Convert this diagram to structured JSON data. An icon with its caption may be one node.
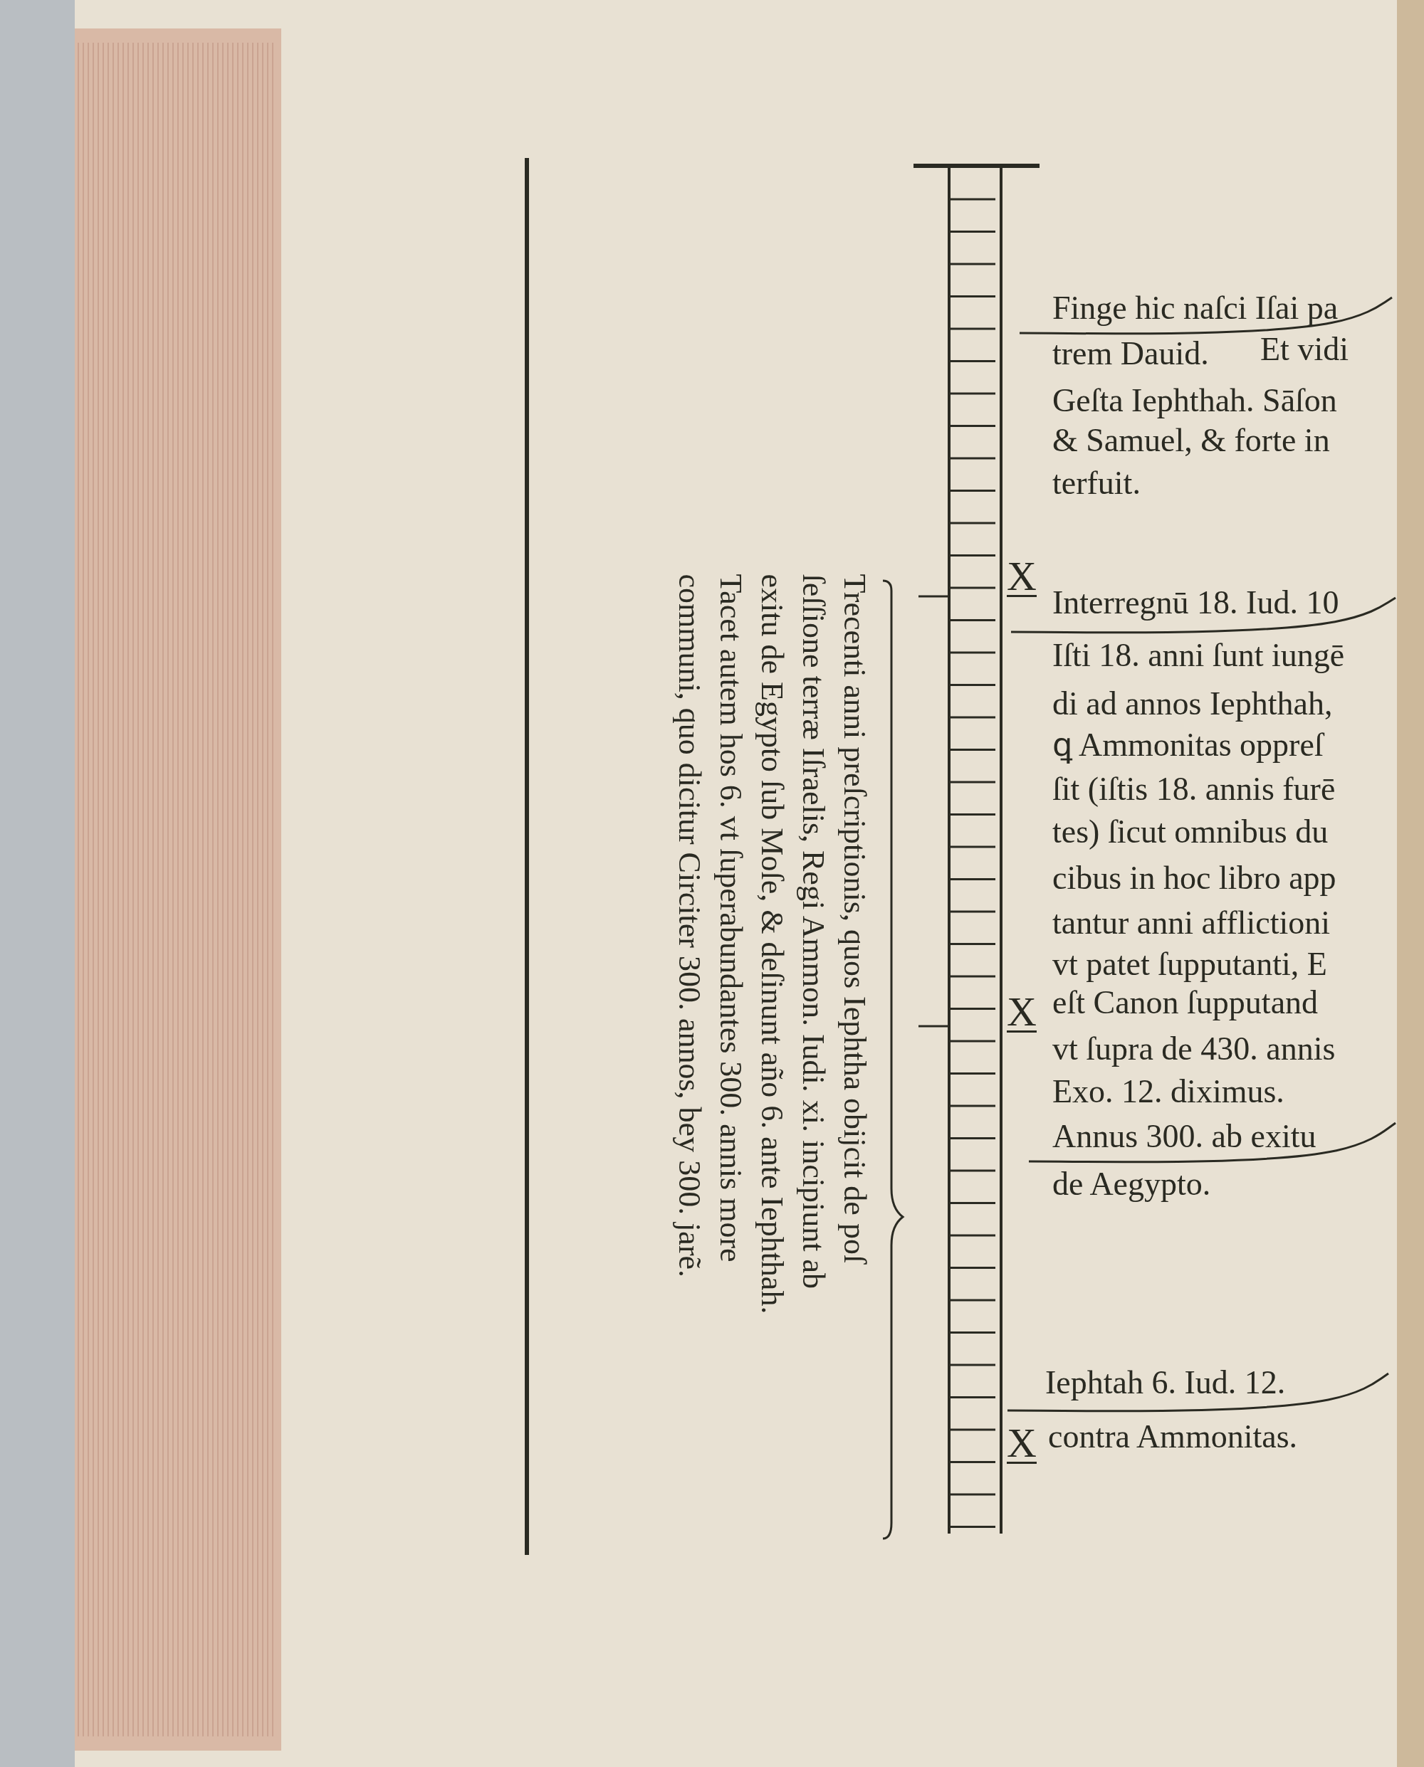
{
  "diagram": {
    "labels": [
      "Finge hic naſci Iſai pa",
      "trem Dauid.",
      "Et vidi",
      "Geſta Iephthah. Sāſon",
      "& Samuel, & forte in",
      "terfuit.",
      "X",
      "Interregnū 18. Iud. 10",
      "Iſti 18. anni ſunt iungē",
      "di ad annos Iephthah,",
      "ꝗ Ammonitas oppreſ",
      "ſit (iſtis 18. annis furē",
      "tes) ſicut omnibus du",
      "cibus in hoc libro app",
      "tantur anni afflictioni",
      "vt patet ſupputanti, E",
      "X",
      "eſt Canon ſupputand",
      "vt ſupra de 430. annis",
      "Exo. 12. diximus.",
      "Annus 300. ab exitu",
      "de Aegypto.",
      "Iephtah 6. Iud. 12.",
      "X",
      "contra Ammonitas.",
      "Trecenti anni preſcriptionis, quos Iephtha obijcit de poſ",
      "ſeſſione terræ Iſraelis, Regi Ammon. Iudi. xi. incipiunt ab",
      "exitu de Egypto ſub Moſe, & deſinunt año 6. ante Iephthah.",
      "Tacet autem hos 6. vt ſuperabundantes 300. annis more",
      "communi, quo dicitur Circiter 300. annos, bey 300. jarẽ."
    ]
  }
}
